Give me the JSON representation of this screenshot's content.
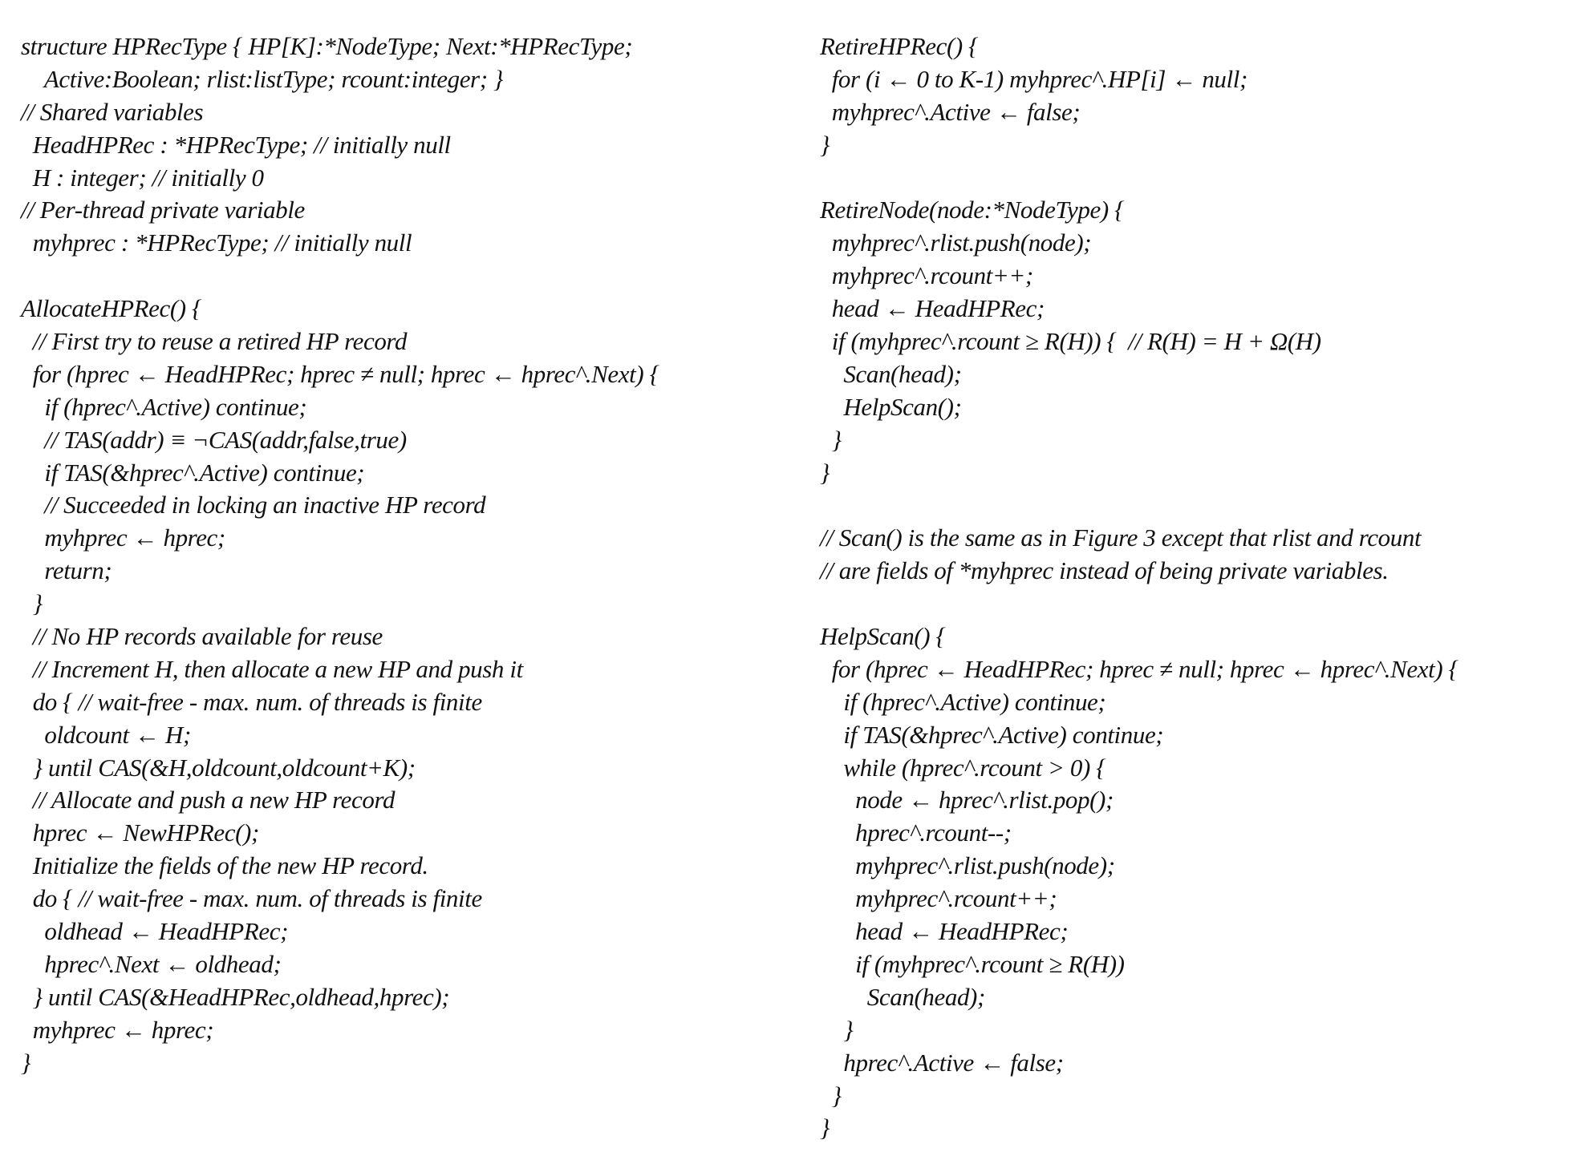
{
  "figure": {
    "left_column": [
      "structure HPRecType { HP[K]:*NodeType; Next:*HPRecType;",
      "    Active:Boolean; rlist:listType; rcount:integer; }",
      "// Shared variables",
      "  HeadHPRec : *HPRecType; // initially null",
      "  H : integer; // initially 0",
      "// Per-thread private variable",
      "  myhprec : *HPRecType; // initially null",
      "",
      "AllocateHPRec() {",
      "  // First try to reuse a retired HP record",
      "  for (hprec ← HeadHPRec; hprec ≠ null; hprec ← hprec^.Next) {",
      "    if (hprec^.Active) continue;",
      "    // TAS(addr) ≡ ¬CAS(addr,false,true)",
      "    if TAS(&hprec^.Active) continue;",
      "    // Succeeded in locking an inactive HP record",
      "    myhprec ← hprec;",
      "    return;",
      "  }",
      "  // No HP records available for reuse",
      "  // Increment H, then allocate a new HP and push it",
      "  do { // wait-free - max. num. of threads is finite",
      "    oldcount ← H;",
      "  } until CAS(&H,oldcount,oldcount+K);",
      "  // Allocate and push a new HP record",
      "  hprec ← NewHPRec();",
      "  Initialize the fields of the new HP record.",
      "  do { // wait-free - max. num. of threads is finite",
      "    oldhead ← HeadHPRec;",
      "    hprec^.Next ← oldhead;",
      "  } until CAS(&HeadHPRec,oldhead,hprec);",
      "  myhprec ← hprec;",
      "}"
    ],
    "right_column": [
      "RetireHPRec() {",
      "  for (i ← 0 to K-1) myhprec^.HP[i] ← null;",
      "  myhprec^.Active ← false;",
      "}",
      "",
      "RetireNode(node:*NodeType) {",
      "  myhprec^.rlist.push(node);",
      "  myhprec^.rcount++;",
      "  head ← HeadHPRec;",
      "  if (myhprec^.rcount ≥ R(H)) {  // R(H) = H + Ω(H)",
      "    Scan(head);",
      "    HelpScan();",
      "  }",
      "}",
      "",
      "// Scan() is the same as in Figure 3 except that rlist and rcount",
      "// are fields of *myhprec instead of being private variables.",
      "",
      "HelpScan() {",
      "  for (hprec ← HeadHPRec; hprec ≠ null; hprec ← hprec^.Next) {",
      "    if (hprec^.Active) continue;",
      "    if TAS(&hprec^.Active) continue;",
      "    while (hprec^.rcount > 0) {",
      "      node ← hprec^.rlist.pop();",
      "      hprec^.rcount--;",
      "      myhprec^.rlist.push(node);",
      "      myhprec^.rcount++;",
      "      head ← HeadHPRec;",
      "      if (myhprec^.rcount ≥ R(H))",
      "        Scan(head);",
      "    }",
      "    hprec^.Active ← false;",
      "  }",
      "}"
    ]
  }
}
